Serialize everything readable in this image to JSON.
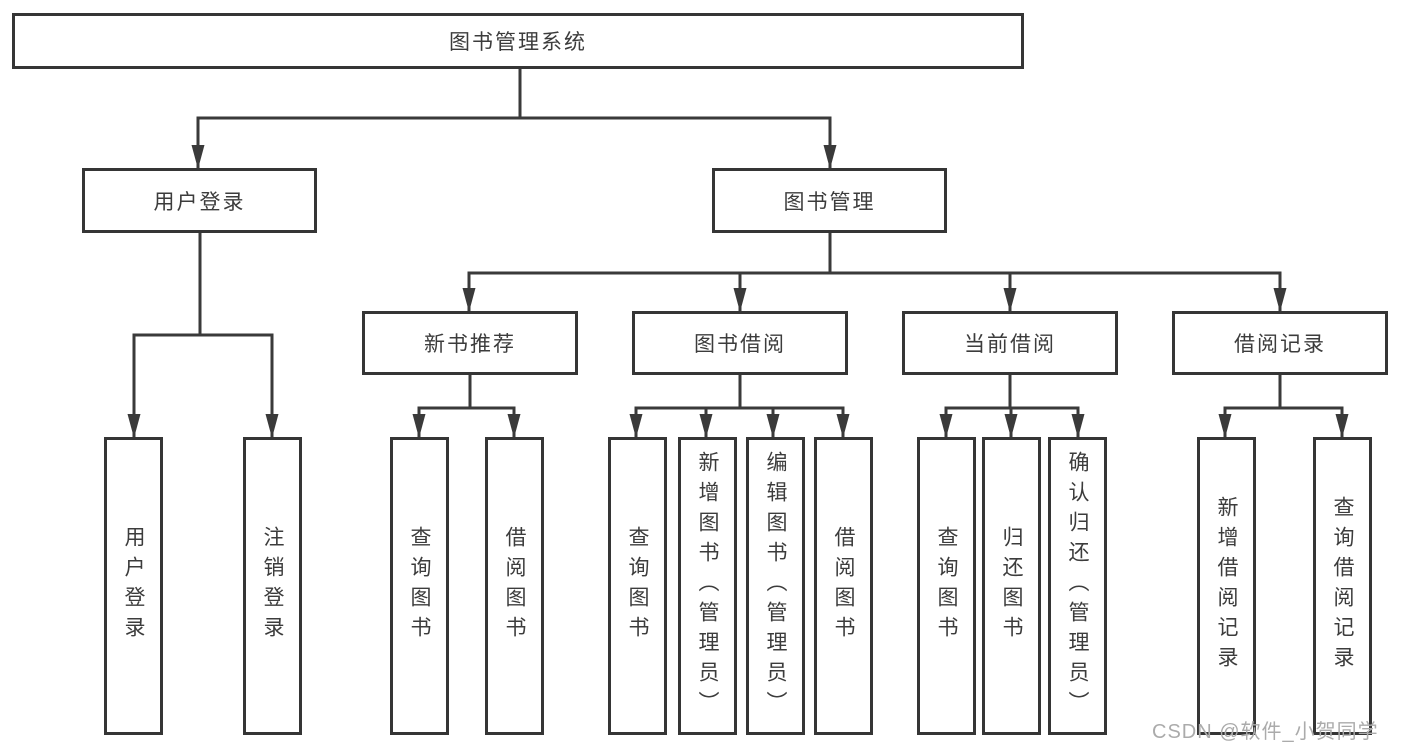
{
  "diagram": {
    "root": "图书管理系统",
    "level2": {
      "left": "用户登录",
      "right": "图书管理"
    },
    "level3": [
      "新书推荐",
      "图书借阅",
      "当前借阅",
      "借阅记录"
    ],
    "leaves": [
      "用户登录",
      "注销登录",
      "查询图书",
      "借阅图书",
      "查询图书",
      "新增图书（管理员）",
      "编辑图书（管理员）",
      "借阅图书",
      "查询图书",
      "归还图书",
      "确认归还（管理员）",
      "新增借阅记录",
      "查询借阅记录"
    ],
    "watermark": "CSDN @软件_小贺同学",
    "colors": {
      "line": "#3a3a3a",
      "box_border": "#353535",
      "text": "#3c3c3c",
      "watermark": "#ababab",
      "background": "#ffffff"
    }
  }
}
